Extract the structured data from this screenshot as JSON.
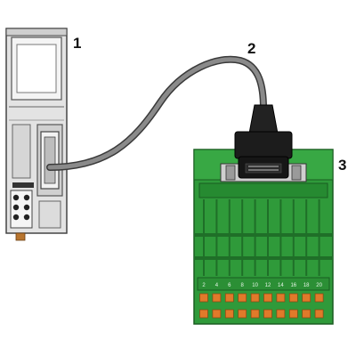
{
  "callouts": {
    "module": "1",
    "cable": "2",
    "board": "3"
  },
  "connector_text": {
    "line1": "",
    "line2": ""
  },
  "terminal_numbers": [
    "2",
    "4",
    "6",
    "8",
    "10",
    "12",
    "14",
    "16",
    "18",
    "20"
  ],
  "colors": {
    "module_body": "#d9d9d9",
    "module_outline": "#444444",
    "cable": "#6e6e6e",
    "connector": "#1c1c1c",
    "board": "#2f9a3a",
    "board_dark": "#1f6f28",
    "terminal_orange": "#e07a2a"
  }
}
